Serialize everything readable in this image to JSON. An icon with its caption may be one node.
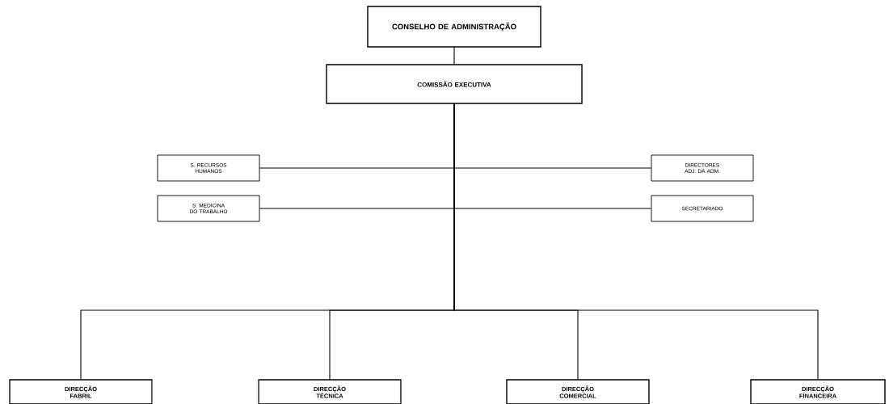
{
  "diagram": {
    "nodes": [
      {
        "text": [
          "CONSELHO DE ADMINISTRAÇÃO"
        ]
      },
      {
        "text": [
          "COMISSÃO EXECUTIVA"
        ]
      },
      {
        "text": [
          "S. RECURSOS HUMANOS"
        ]
      },
      {
        "text": [
          "DIRECTORES ADJ. DA ADM."
        ]
      },
      {
        "text": [
          "S. MEDICINA DO TRABALHO"
        ]
      },
      {
        "text": [
          "SECRETARIADO"
        ]
      },
      {
        "text": [
          "DIRECÇÃO FABRIL"
        ]
      },
      {
        "text": [
          "DIRECÇÃO TÉCNICA"
        ]
      },
      {
        "text": [
          "DIRECÇÃO COMERCIAL"
        ]
      },
      {
        "text": [
          "DIRECÇÃO FINANCEIRA"
        ]
      }
    ],
    "edges": [
      {
        "from": 0,
        "to": 1,
        "arrow": "none"
      },
      {
        "from": 1,
        "to": 2,
        "arrow": "none"
      },
      {
        "from": 1,
        "to": 3,
        "arrow": "none"
      },
      {
        "from": 1,
        "to": 4,
        "arrow": "none"
      },
      {
        "from": 1,
        "to": 5,
        "arrow": "none"
      },
      {
        "from": 1,
        "to": 6,
        "arrow": "none"
      },
      {
        "from": 1,
        "to": 7,
        "arrow": "none"
      },
      {
        "from": 1,
        "to": 8,
        "arrow": "none"
      },
      {
        "from": 1,
        "to": 9,
        "arrow": "none"
      }
    ]
  }
}
